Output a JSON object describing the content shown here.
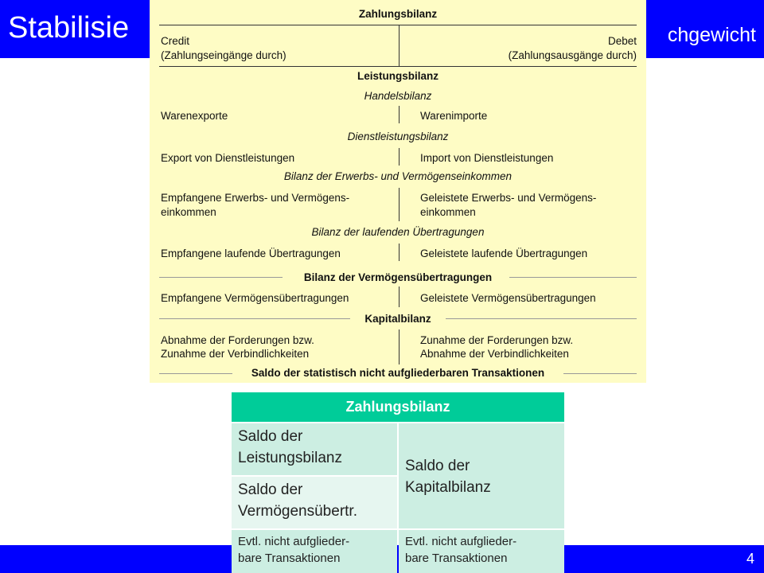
{
  "header": {
    "title_left": "Stabilisie",
    "title_right": "chgewicht"
  },
  "footer": {
    "page_number": "4"
  },
  "scan": {
    "title": "Zahlungsbilanz",
    "credit_label": "Credit",
    "credit_desc": "(Zahlungseingänge durch)",
    "debit_label": "Debet",
    "debit_desc": "(Zahlungsausgänge durch)",
    "leistungsbilanz": "Leistungsbilanz",
    "handelsbilanz": "Handelsbilanz",
    "warenexporte": "Warenexporte",
    "warenimporte": "Warenimporte",
    "dienstleistungsbilanz": "Dienstleistungsbilanz",
    "export_dl": "Export von Dienstleistungen",
    "import_dl": "Import von Dienstleistungen",
    "erwerbs_bilanz": "Bilanz der Erwerbs- und Vermögenseinkommen",
    "empf_erwerbs_1": "Empfangene Erwerbs- und Vermögens-",
    "empf_erwerbs_2": "einkommen",
    "geleist_erwerbs_1": "Geleistete Erwerbs- und Vermögens-",
    "geleist_erwerbs_2": "einkommen",
    "laufende_bilanz": "Bilanz der laufenden Übertragungen",
    "empf_laufende": "Empfangene laufende Übertragungen",
    "geleist_laufende": "Geleistete laufende Übertragungen",
    "vermoegens_bilanz": "Bilanz der Vermögensübertragungen",
    "empf_vermoegens": "Empfangene Vermögensübertragungen",
    "geleist_vermoegens": "Geleistete Vermögensübertragungen",
    "kapitalbilanz": "Kapitalbilanz",
    "abnahme_ford_1": "Abnahme der Forderungen bzw.",
    "abnahme_ford_2": "Zunahme der Verbindlichkeiten",
    "zunahme_ford_1": "Zunahme der Forderungen bzw.",
    "zunahme_ford_2": "Abnahme der Verbindlichkeiten",
    "saldo_stat": "Saldo der statistisch nicht aufgliederbaren Transaktionen"
  },
  "table": {
    "header": "Zahlungsbilanz",
    "leistungsbilanz_1": "Saldo der",
    "leistungsbilanz_2": "Leistungsbilanz",
    "kapitalbilanz_1": "Saldo der",
    "kapitalbilanz_2": "Kapitalbilanz",
    "vermoegens_1": "Saldo der",
    "vermoegens_2": "Vermögensübertr.",
    "evtl_left_1": "Evtl. nicht aufglieder-",
    "evtl_left_2": "bare Transaktionen",
    "evtl_right_1": "Evtl. nicht aufglieder-",
    "evtl_right_2": "bare Transaktionen"
  },
  "colors": {
    "header_blue": "#0000ff",
    "scan_bg": "#fefcc5",
    "table_head": "#00cc99",
    "cell_dark": "#cceee2",
    "cell_light": "#e6f6f0"
  }
}
